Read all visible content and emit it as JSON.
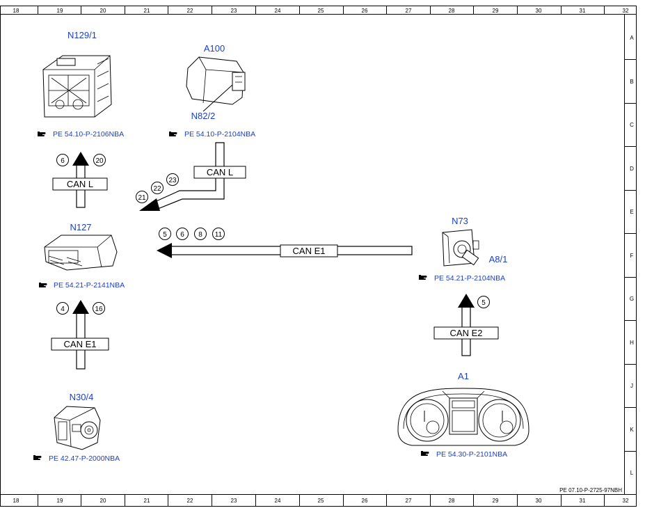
{
  "frame": {
    "column_ticks": [
      "18",
      "19",
      "20",
      "21",
      "22",
      "23",
      "24",
      "25",
      "26",
      "27",
      "28",
      "29",
      "30",
      "31",
      "32"
    ],
    "row_ticks": [
      "A",
      "B",
      "C",
      "D",
      "E",
      "F",
      "G",
      "H",
      "J",
      "K",
      "L"
    ],
    "footer_code": "PE 07.10-P-2725-97NBH"
  },
  "components": {
    "n129_1": {
      "label": "N129/1",
      "ref": "PE 54.10-P-2106NBA"
    },
    "a100": {
      "label": "A100",
      "sub_label": "N82/2",
      "ref": "PE 54.10-P-2104NBA"
    },
    "n127": {
      "label": "N127",
      "ref": "PE 54.21-P-2141NBA"
    },
    "n73": {
      "label": "N73",
      "sub_label": "A8/1",
      "ref": "PE 54.21-P-2104NBA"
    },
    "n30_4": {
      "label": "N30/4",
      "ref": "PE 42.47-P-2000NBA"
    },
    "a1": {
      "label": "A1",
      "ref": "PE 54.30-P-2101NBA"
    }
  },
  "connections": {
    "can_l_left": {
      "label": "CAN L",
      "numbers": [
        "6",
        "20"
      ]
    },
    "can_l_diag": {
      "label": "CAN L",
      "numbers": [
        "21",
        "22",
        "23"
      ]
    },
    "can_e1_h": {
      "label": "CAN E1",
      "numbers": [
        "5",
        "6",
        "8",
        "11"
      ]
    },
    "can_e1_v": {
      "label": "CAN E1",
      "numbers": [
        "4",
        "16"
      ]
    },
    "can_e2": {
      "label": "CAN E2",
      "numbers": [
        "5"
      ]
    }
  },
  "icons": {
    "ref_marker": "hand-pointer-icon"
  }
}
